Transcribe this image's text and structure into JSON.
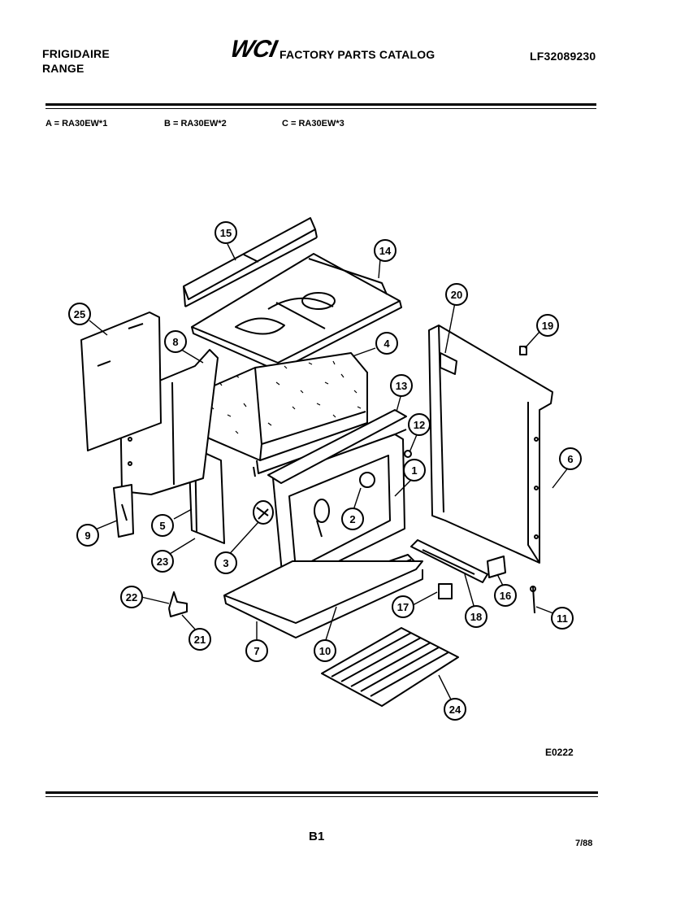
{
  "header": {
    "brand": "FRIGIDAIRE",
    "product": "RANGE",
    "logo": "WCI",
    "catalog": "FACTORY PARTS CATALOG",
    "doc_number": "LF32089230"
  },
  "models": [
    {
      "label": "A = RA30EW*1"
    },
    {
      "label": "B = RA30EW*2"
    },
    {
      "label": "C = RA30EW*3"
    }
  ],
  "diagram": {
    "callouts": [
      "1",
      "2",
      "3",
      "4",
      "5",
      "6",
      "7",
      "8",
      "9",
      "10",
      "11",
      "12",
      "13",
      "14",
      "15",
      "16",
      "17",
      "18",
      "19",
      "20",
      "21",
      "22",
      "23",
      "24",
      "25"
    ]
  },
  "figure_code": "E0222",
  "footer": {
    "page": "B1",
    "date": "7/88"
  }
}
